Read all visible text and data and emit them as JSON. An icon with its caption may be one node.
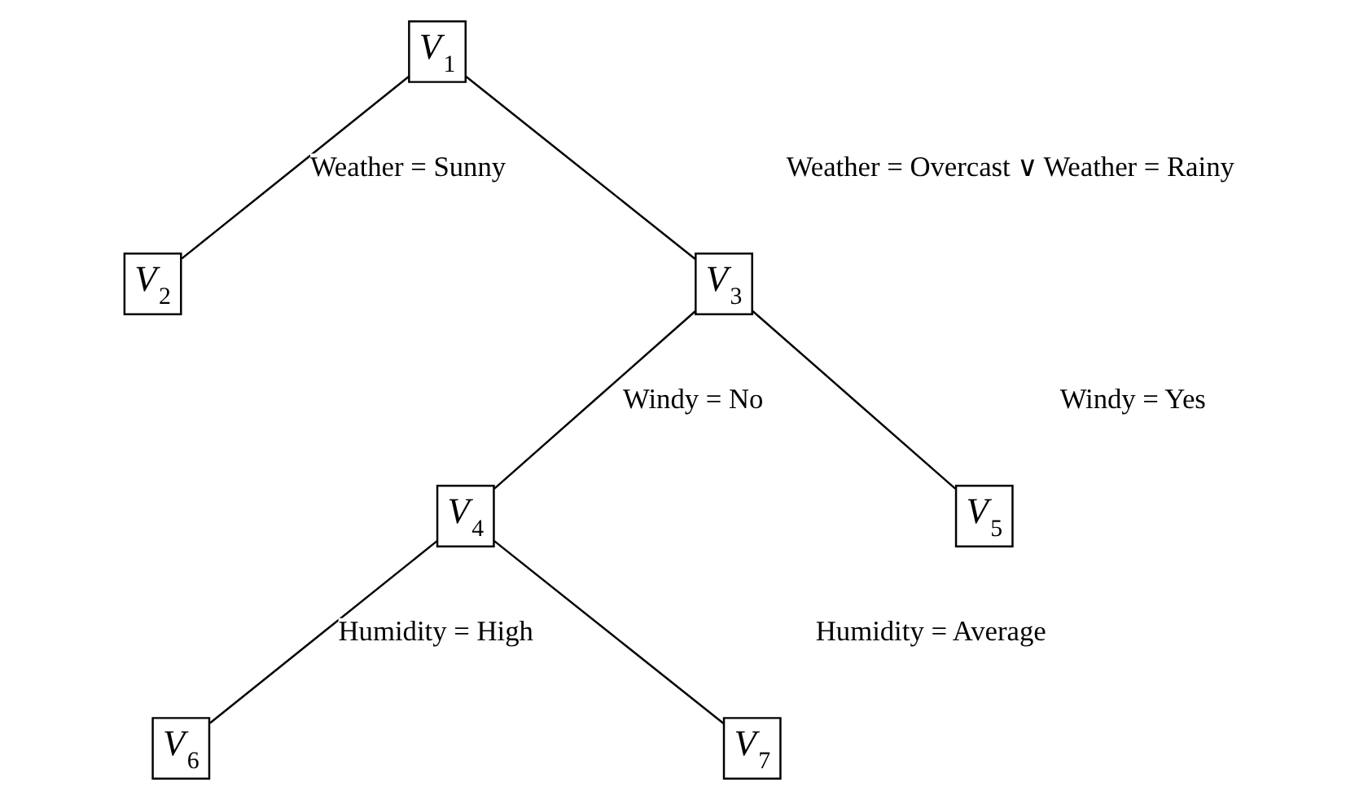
{
  "diagram": {
    "nodes": [
      {
        "text": [
          "V$_{1}$"
        ]
      },
      {
        "text": [
          "V$_{2}$"
        ]
      },
      {
        "text": [
          "V$_{3}$"
        ]
      },
      {
        "text": [
          "V$_{4}$"
        ]
      },
      {
        "text": [
          "V$_{5}$"
        ]
      },
      {
        "text": [
          "V$_{6}$"
        ]
      },
      {
        "text": [
          "V$_{7}$"
        ]
      }
    ],
    "edges": [
      {
        "from": 0,
        "to": 1,
        "arrow": "none",
        "label": "Weather = Sunny"
      },
      {
        "from": 0,
        "to": 2,
        "arrow": "none",
        "label": "Weather = Overcast ∨ Weather = Rainy"
      },
      {
        "from": 2,
        "to": 3,
        "arrow": "none",
        "label": "Windy = No"
      },
      {
        "from": 2,
        "to": 4,
        "arrow": "none",
        "label": "Windy = Yes"
      },
      {
        "from": 3,
        "to": 5,
        "arrow": "none",
        "label": "Humidity = High"
      },
      {
        "from": 3,
        "to": 6,
        "arrow": "none",
        "label": "Humidity = Average"
      }
    ]
  }
}
